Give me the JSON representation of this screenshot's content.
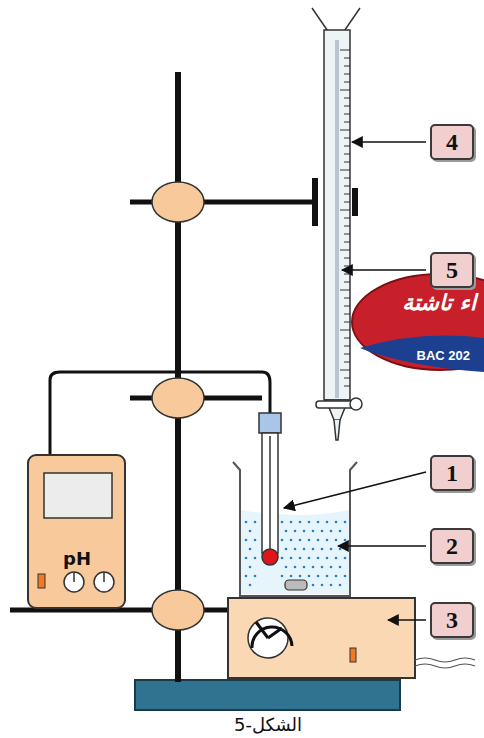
{
  "diagram": {
    "caption": "الشكل-5",
    "nodes": [
      {
        "text": [
          "4"
        ]
      },
      {
        "text": [
          "5"
        ]
      },
      {
        "text": [
          "1"
        ]
      },
      {
        "text": [
          "2"
        ]
      },
      {
        "text": [
          "3"
        ]
      }
    ],
    "labels": [
      "pH",
      "اء تاشتة",
      "BAC 202"
    ]
  }
}
